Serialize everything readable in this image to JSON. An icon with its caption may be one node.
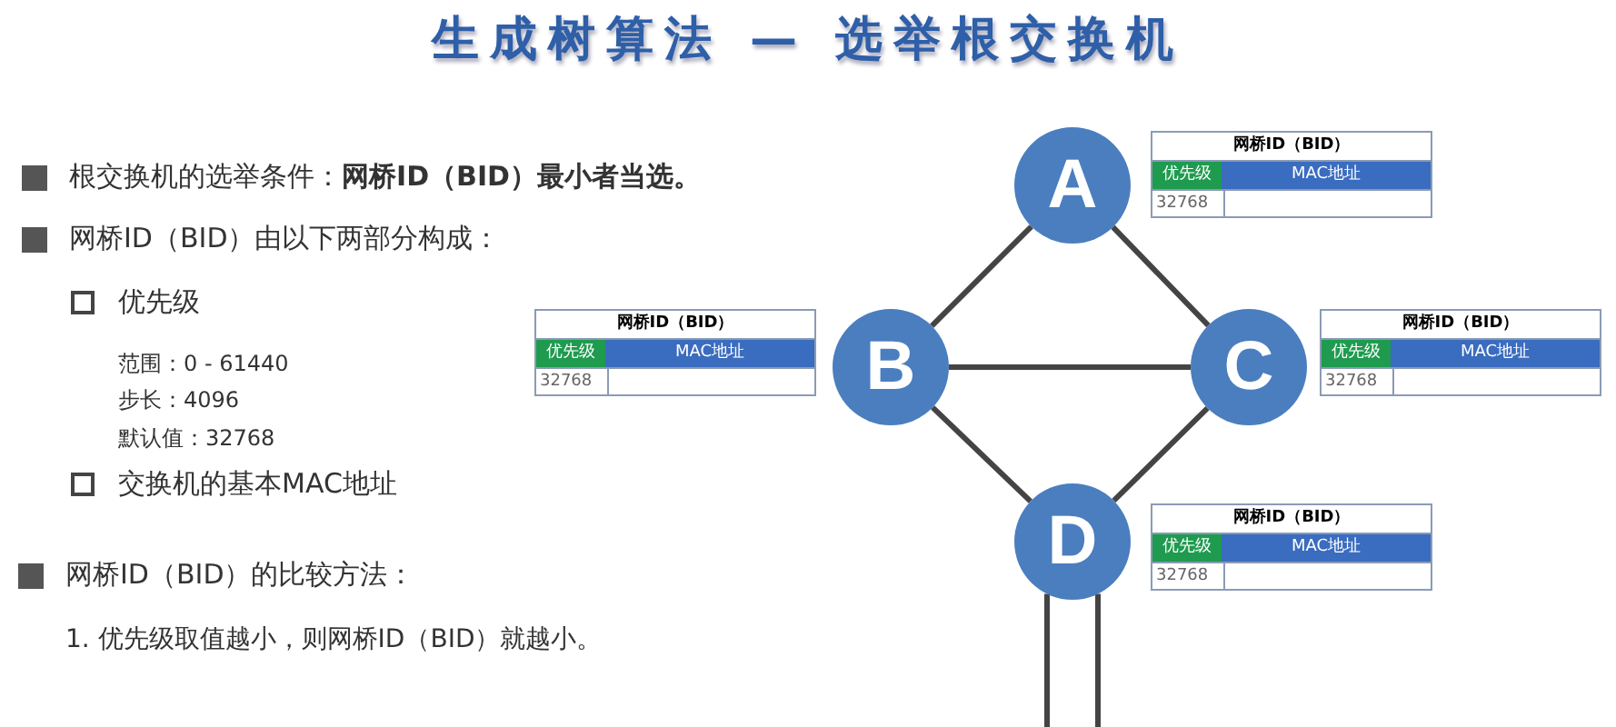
{
  "diagram": {
    "title": "生成树算法 — 选举根交换机",
    "nodes": [
      {
        "text": [
          "A"
        ],
        "beside": [
          "网桥ID（BID）",
          "优先级",
          "MAC地址",
          "32768"
        ]
      },
      {
        "text": [
          "B"
        ],
        "beside": [
          "网桥ID（BID）",
          "优先级",
          "MAC地址",
          "32768"
        ]
      },
      {
        "text": [
          "C"
        ],
        "beside": [
          "网桥ID（BID）",
          "优先级",
          "MAC地址",
          "32768"
        ]
      },
      {
        "text": [
          "D"
        ],
        "beside": [
          "网桥ID（BID）",
          "优先级",
          "MAC地址",
          "32768"
        ]
      }
    ],
    "edges": [
      {
        "from": 0,
        "to": 1,
        "arrow": "none"
      },
      {
        "from": 0,
        "to": 2,
        "arrow": "none"
      },
      {
        "from": 1,
        "to": 2,
        "arrow": "none"
      },
      {
        "from": 1,
        "to": 3,
        "arrow": "none"
      },
      {
        "from": 2,
        "to": 3,
        "arrow": "none"
      },
      {
        "from": 3,
        "to": null,
        "arrow": "none"
      },
      {
        "from": 3,
        "to": null,
        "arrow": "none"
      }
    ],
    "labels": [
      "根交换机的选举条件：**网桥ID（BID）最小者当选。**",
      "网桥ID（BID）由以下两部分构成：",
      "优先级",
      "范围：0 - 61440",
      "步长：4096",
      "默认值：32768",
      "交换机的基本MAC地址",
      "网桥ID（BID）的比较方法：",
      "1. 优先级取值越小，则网桥ID（BID）就越小。"
    ]
  }
}
